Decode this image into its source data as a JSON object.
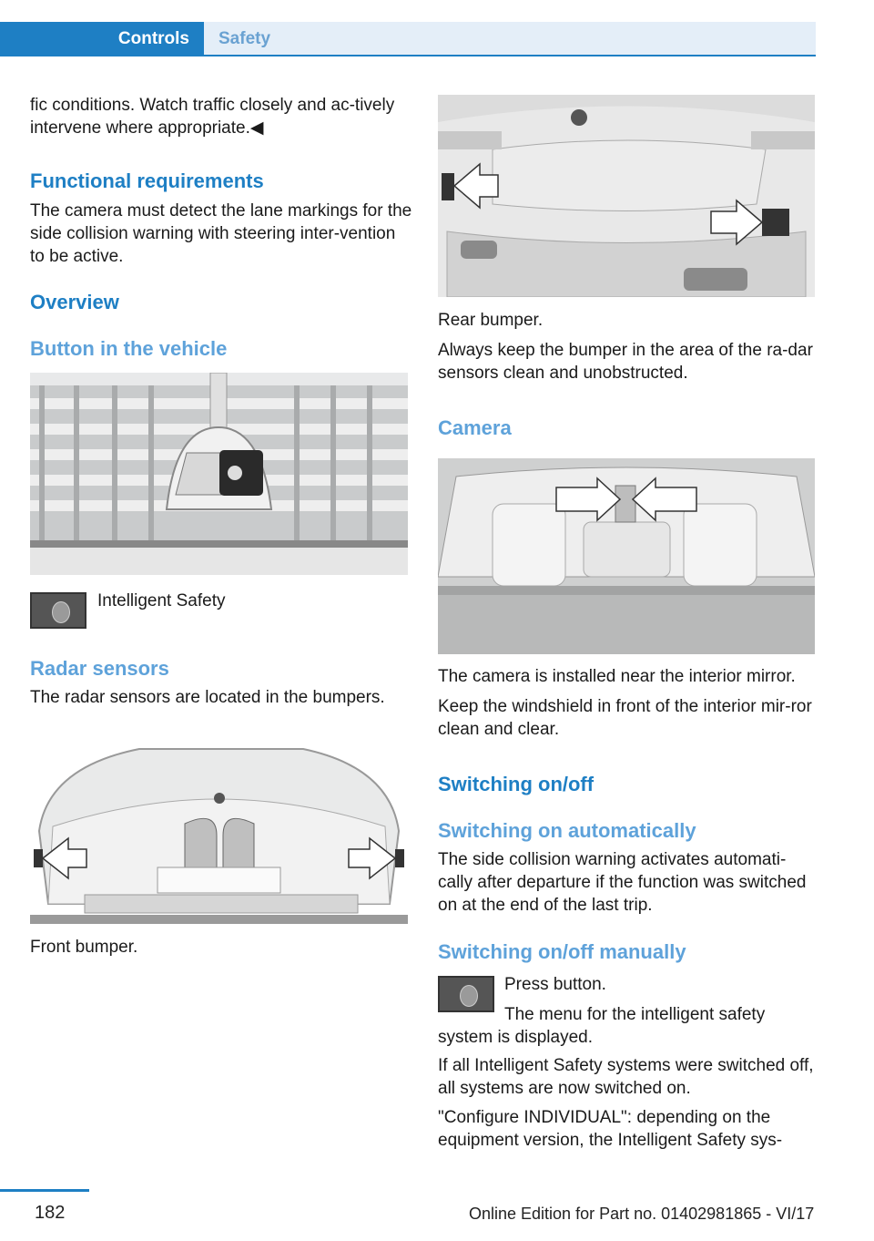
{
  "header": {
    "tab_active": "Controls",
    "tab_inactive": "Safety"
  },
  "left": {
    "intro": "fic conditions. Watch traffic closely and ac‐tively intervene where appropriate.◀",
    "functional_heading": "Functional requirements",
    "functional_text": "The camera must detect the lane markings for the side collision warning with steering inter‐vention to be active.",
    "overview_heading": "Overview",
    "button_heading": "Button in the vehicle",
    "button_label": "Intelligent Safety",
    "radar_heading": "Radar sensors",
    "radar_text": "The radar sensors are located in the bumpers.",
    "front_caption": "Front bumper."
  },
  "right": {
    "rear_caption": "Rear bumper.",
    "rear_text": "Always keep the bumper in the area of the ra‐dar sensors clean and unobstructed.",
    "camera_heading": "Camera",
    "camera_text1": "The camera is installed near the interior mirror.",
    "camera_text2": "Keep the windshield in front of the interior mir‐ror clean and clear.",
    "switch_heading": "Switching on/off",
    "auto_heading": "Switching on automatically",
    "auto_text": "The side collision warning activates automati‐cally after departure if the function was switched on at the end of the last trip.",
    "manual_heading": "Switching on/off manually",
    "press_button": "Press button.",
    "menu_text_a": "The menu for the intelligent safety",
    "menu_text_b": "system is displayed.",
    "all_text": "If all Intelligent Safety systems were switched off, all systems are now switched on.",
    "configure_text": "\"Configure INDIVIDUAL\": depending on the equipment version, the Intelligent Safety sys‐"
  },
  "footer": {
    "page_number": "182",
    "edition": "Online Edition for Part no. 01402981865 - VI/17"
  },
  "icons": {
    "button": "intelligent-safety-button-icon",
    "arrow": "arrow-icon"
  }
}
